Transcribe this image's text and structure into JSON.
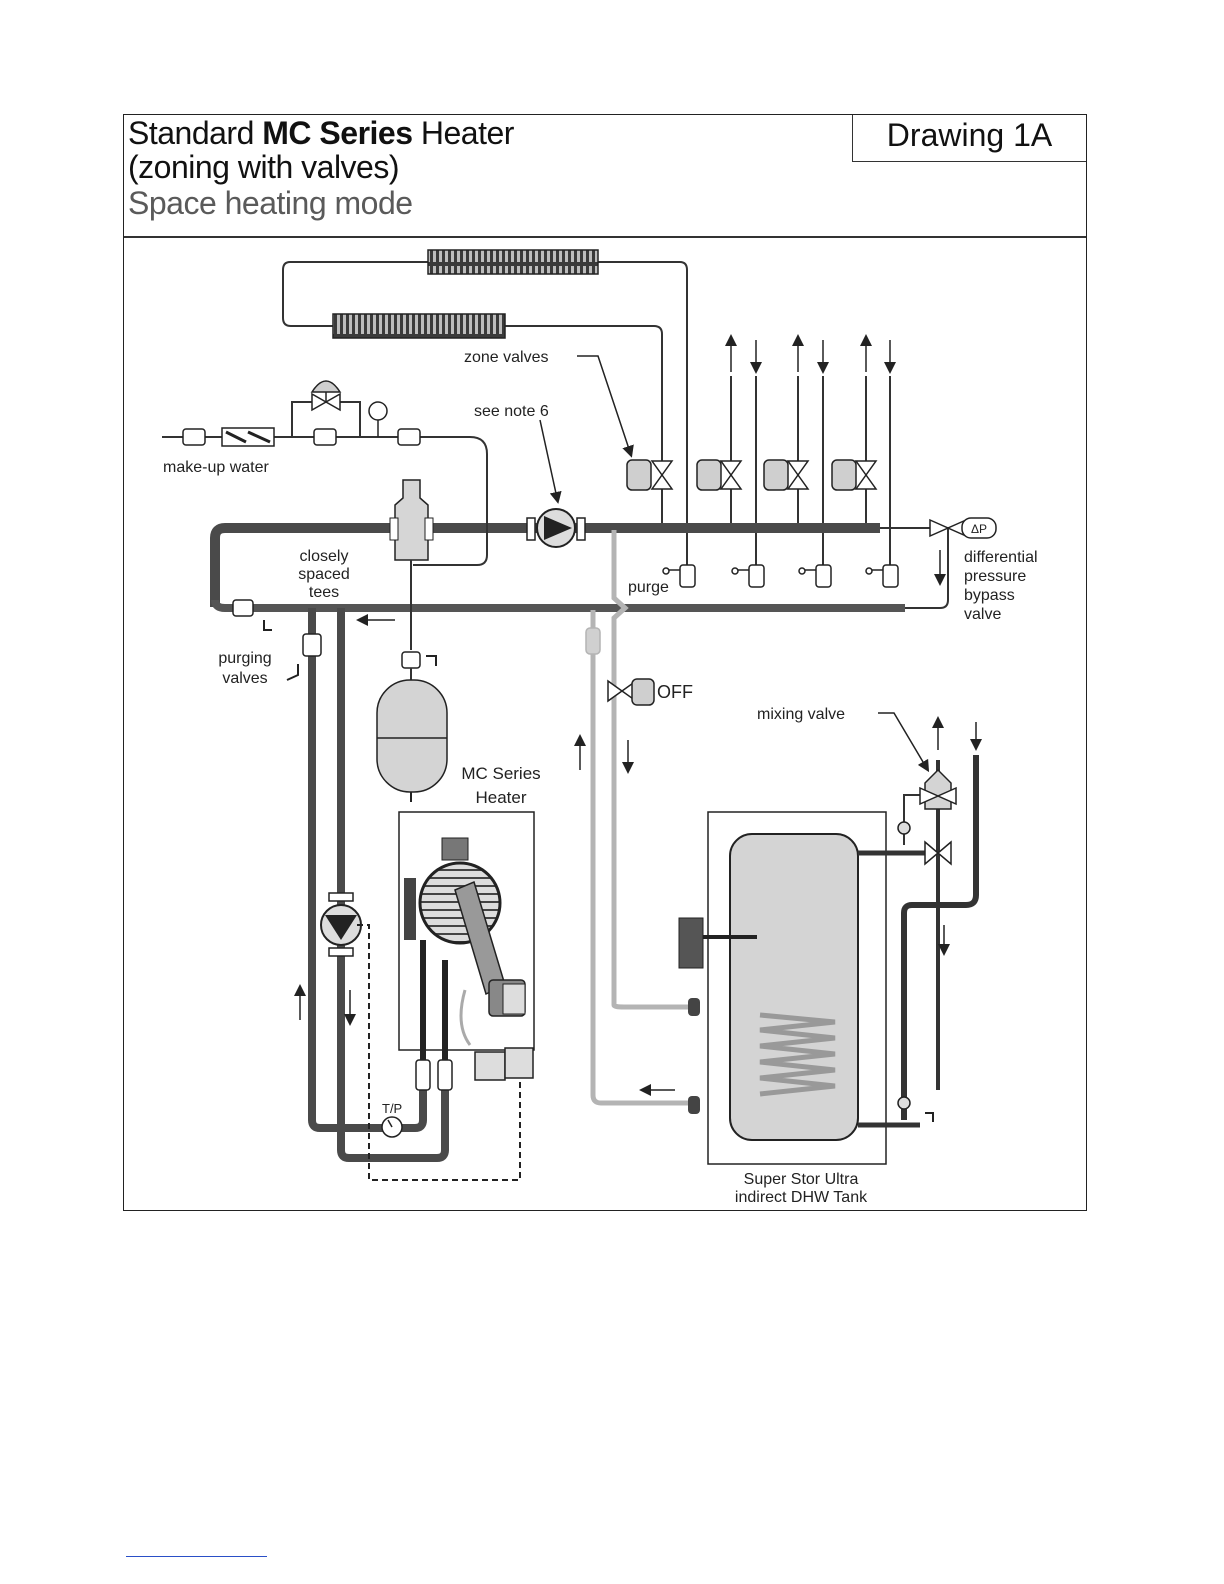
{
  "title": {
    "prefix": "Standard",
    "bold": "MC Series",
    "suffix": "Heater",
    "line2": "(zoning with valves)",
    "line3": "Space heating mode"
  },
  "drawing_label": "Drawing 1A",
  "labels": {
    "zone_valves": "zone valves",
    "see_note": "see note 6",
    "make_up_water": "make-up water",
    "closely_spaced_tees": [
      "closely",
      "spaced",
      "tees"
    ],
    "purge": "purge",
    "differential_bypass": [
      "differential",
      "pressure",
      "bypass",
      "valve"
    ],
    "delta_p": "ΔP",
    "purging_valves": [
      "purging",
      "valves"
    ],
    "off": "OFF",
    "mixing_valve": "mixing valve",
    "heater": [
      "MC Series",
      "Heater"
    ],
    "tp": "T/P",
    "tank": [
      "Super Stor Ultra",
      "indirect DHW Tank"
    ]
  },
  "colors": {
    "supply_pipe": "#4a4a4a",
    "return_pipe": "#555555",
    "dhw_loop_pipe": "#b4b4b4",
    "component_fill": "#cfcfcf",
    "line": "#222222"
  }
}
